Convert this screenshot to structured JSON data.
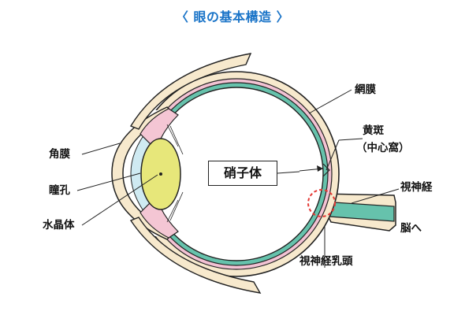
{
  "title": "〈 眼の基本構造 〉",
  "labels": {
    "cornea": "角膜",
    "pupil": "瞳孔",
    "lens": "水晶体",
    "vitreous": "硝子体",
    "retina": "網膜",
    "macula": "黄斑",
    "fovea": "（中心窩）",
    "optic_nerve": "視神経",
    "to_brain": "脳へ",
    "optic_disc": "視神経乳頭"
  },
  "colors": {
    "title": "#1a74c8",
    "sclera": "#f7e9cd",
    "choroid": "#f2c2d3",
    "retina": "#66c2ac",
    "lens": "#e7e77a",
    "iris": "#f4c6d4",
    "aqueous": "#cfeaf2",
    "optic_disc_marker": "#e53935"
  }
}
